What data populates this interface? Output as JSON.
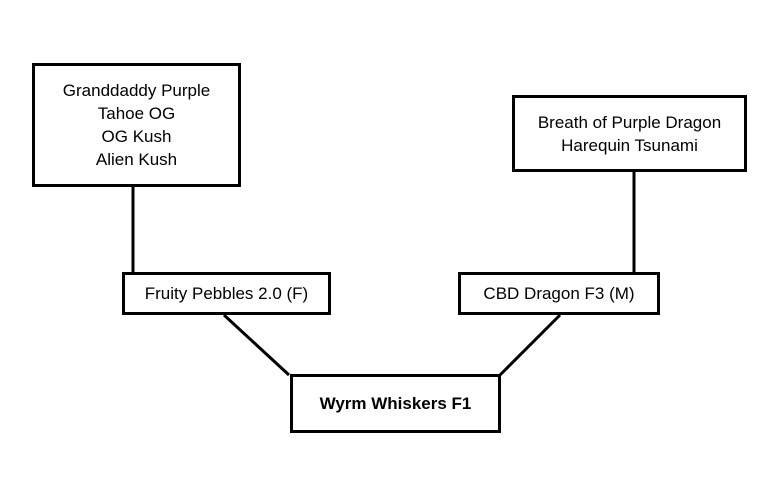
{
  "diagram": {
    "parent_left": {
      "lines": [
        "Granddaddy Purple",
        "Tahoe OG",
        "OG Kush",
        "Alien Kush"
      ]
    },
    "parent_right": {
      "lines": [
        "Breath of Purple Dragon",
        "Harequin Tsunami"
      ]
    },
    "mid_left": {
      "label": "Fruity Pebbles 2.0 (F)"
    },
    "mid_right": {
      "label": "CBD Dragon F3 (M)"
    },
    "child": {
      "label": "Wyrm Whiskers F1"
    }
  },
  "colors": {
    "line": "#000000",
    "box_border": "#000000",
    "background": "#ffffff"
  }
}
